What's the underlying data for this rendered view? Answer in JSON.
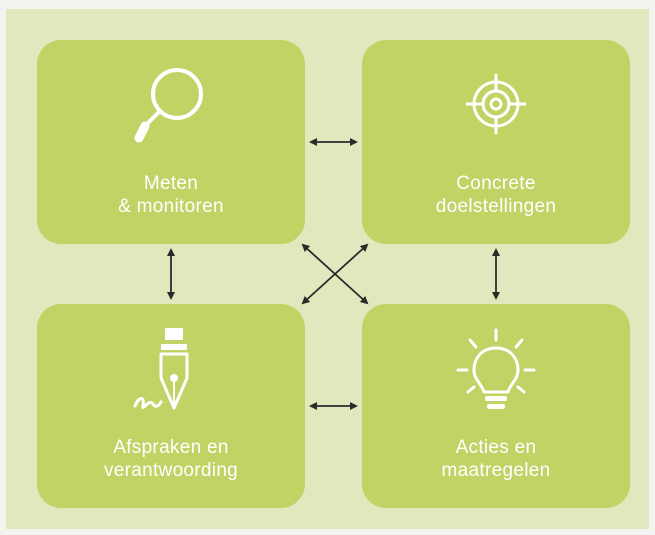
{
  "cards": [
    {
      "line1": "Meten",
      "line2": "& monitoren",
      "icon": "magnifier-icon"
    },
    {
      "line1": "Concrete",
      "line2": "doelstellingen",
      "icon": "target-icon"
    },
    {
      "line1": "Afspraken en",
      "line2": "verantwoording",
      "icon": "fountain-pen-signature-icon"
    },
    {
      "line1": "Acties en",
      "line2": "maatregelen",
      "icon": "lightbulb-icon"
    }
  ],
  "colors": {
    "background": "#e0e9bd",
    "card": "#bfd465",
    "text": "#ffffff",
    "arrow": "#2b2b2b"
  }
}
